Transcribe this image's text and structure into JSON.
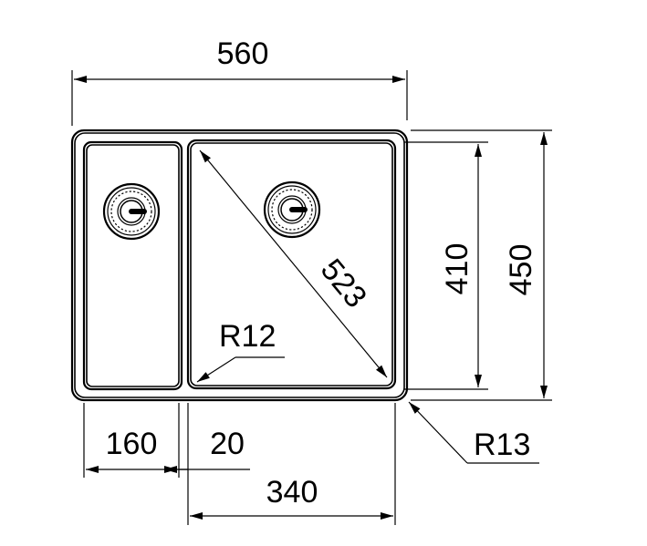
{
  "dimensions": {
    "overall_width": "560",
    "overall_height": "450",
    "bowl_height": "410",
    "diagonal": "523",
    "small_bowl_width": "160",
    "divider_width": "20",
    "large_bowl_width": "340",
    "inner_radius": "R12",
    "outer_radius": "R13"
  },
  "colors": {
    "stroke": "#000000",
    "background": "#ffffff"
  },
  "icons": {
    "drain": "strainer-drain-icon"
  }
}
